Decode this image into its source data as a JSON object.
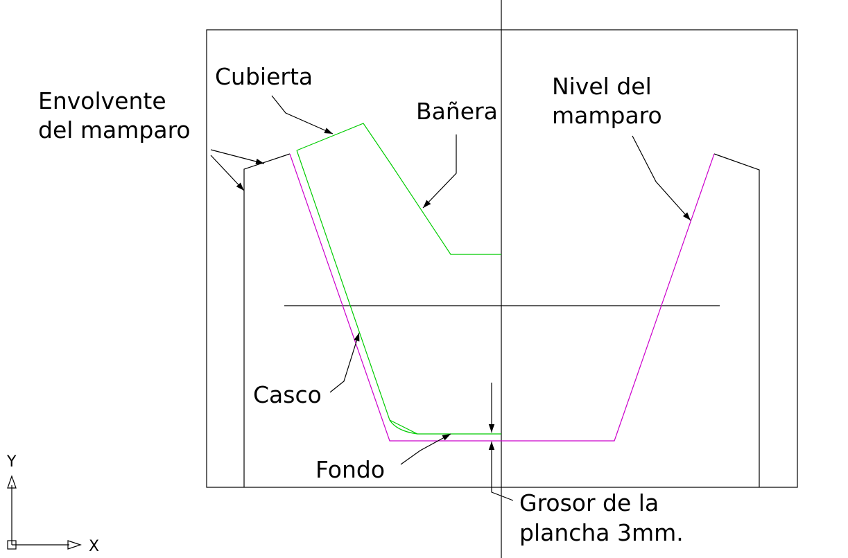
{
  "diagram": {
    "labels": {
      "envolvente": [
        "Envolvente",
        "del mamparo"
      ],
      "cubierta": "Cubierta",
      "banera": "Bañera",
      "nivel": [
        "Nivel del",
        "mamparo"
      ],
      "casco": "Casco",
      "fondo": "Fondo",
      "grosor": [
        "Grosor de la",
        "plancha 3mm."
      ]
    },
    "ucs": {
      "x_label": "X",
      "y_label": "Y"
    },
    "colors": {
      "lines": "#000000",
      "hull": "#cc00cc",
      "deck": "#00cc00",
      "background": "#ffffff"
    }
  }
}
